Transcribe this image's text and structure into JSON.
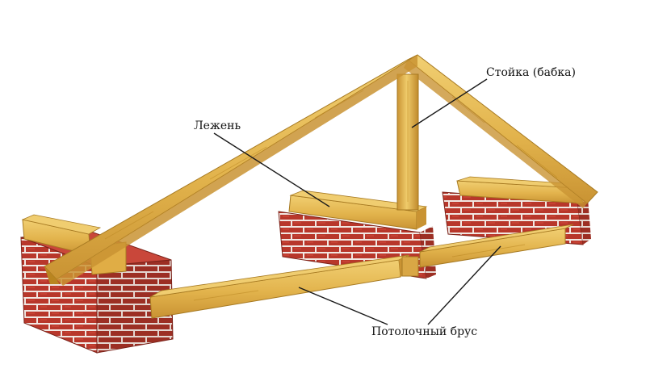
{
  "labels": {
    "post": "Стойка (бабка)",
    "sill": "Лежень",
    "ceiling_beam": "Потолочный брус"
  },
  "colors": {
    "wood": "#e2b34c",
    "wood_light": "#efcb6a",
    "wood_dark": "#b98520",
    "brick": "#b8372b",
    "brick_dark": "#8e2a20",
    "mortar": "#f1e7e2",
    "leader": "#1a1a1a"
  }
}
